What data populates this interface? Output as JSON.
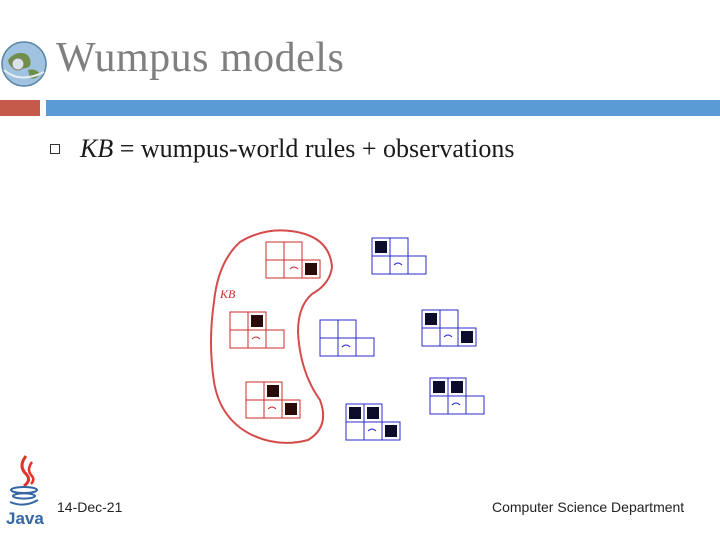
{
  "slide": {
    "title": "Wumpus models",
    "bullet_kb": "KB",
    "bullet_rest": " = wumpus-world rules + observations",
    "figure_label": "KB"
  },
  "footer": {
    "date": "14-Dec-21",
    "department": "Computer Science Department"
  },
  "icons": {
    "top_left": "globe-logo-icon",
    "bottom_left": "java-logo-icon",
    "bullet": "hollow-square-bullet-icon"
  },
  "colors": {
    "title": "#7f7f7f",
    "accent_bar_left": "#c55a4a",
    "accent_bar_right": "#5b9bd5",
    "kb_outline": "#cc2b2b",
    "models_in_kb": "#cc2b2b",
    "models_outside_kb": "#2b2bcc"
  }
}
